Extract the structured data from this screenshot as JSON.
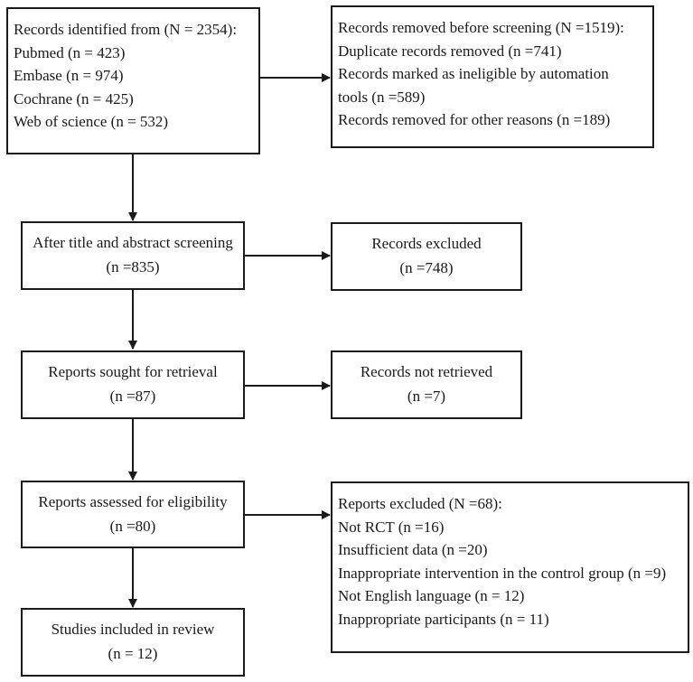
{
  "identification": {
    "title": "Records identified from (N = 2354):",
    "sources": [
      "Pubmed (n = 423)",
      "Embase (n = 974)",
      "Cochrane (n = 425)",
      "Web of science (n = 532)"
    ]
  },
  "removed": {
    "title": "Records removed before screening (N =1519):",
    "lines": [
      "Duplicate records removed (n =741)",
      "Records marked as ineligible by automation",
      "tools (n =589)",
      "Records removed for other reasons (n =189)"
    ]
  },
  "screening": {
    "label": "After title and abstract screening",
    "count": "(n =835)"
  },
  "excluded": {
    "label": "Records excluded",
    "count": "(n =748)"
  },
  "retrieval": {
    "label": "Reports sought for retrieval",
    "count": "(n =87)"
  },
  "not_retrieved": {
    "label": "Records not retrieved",
    "count": "(n =7)"
  },
  "eligibility": {
    "label": "Reports assessed for eligibility",
    "count": "(n =80)"
  },
  "reports_excluded": {
    "title": "Reports excluded (N =68):",
    "lines": [
      "Not RCT (n =16)",
      "Insufficient data (n =20)",
      "Inappropriate intervention in the control group (n =9)",
      "Not English language (n = 12)",
      "Inappropriate participants (n = 11)"
    ]
  },
  "included": {
    "label": "Studies included in review",
    "count": "(n = 12)"
  }
}
